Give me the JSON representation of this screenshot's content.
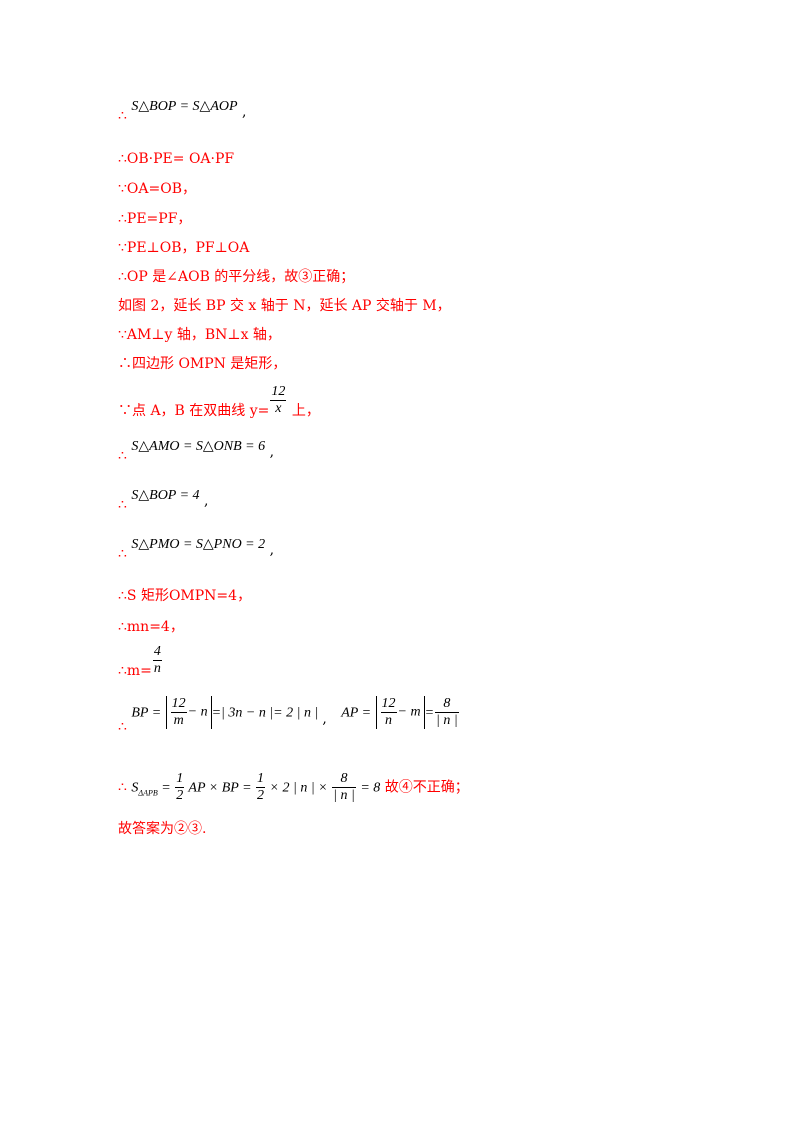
{
  "lines": {
    "l1": {
      "sym": "∴",
      "math": "S△BOP = S△AOP",
      "end": ","
    },
    "l2": "∴OB·PE= OA·PF",
    "l3": "∵OA=OB，",
    "l4": "∴PE=PF，",
    "l5": "∵PE⊥OB，PF⊥OA",
    "l6": "∴OP 是∠AOB 的平分线，故③正确；",
    "l7": "如图 2，延长 BP 交 x 轴于 N，延长 AP 交轴于 M，",
    "l8": "∵AM⊥y 轴，BN⊥x 轴，",
    "l9": "∴四边形 OMPN 是矩形，",
    "l10": {
      "pre": "∵点 A，B 在双曲线 y=",
      "num": "12",
      "den": "x",
      "post": " 上，"
    },
    "l11": {
      "sym": "∴",
      "math": "S△AMO = S△ONB = 6",
      "end": ","
    },
    "l12": {
      "sym": "∴",
      "math": "S△BOP = 4",
      "end": ","
    },
    "l13": {
      "sym": "∴",
      "math": "S△PMO = S△PNO = 2",
      "end": ","
    },
    "l14": "∴S 矩形OMPN=4，",
    "l15": "∴mn=4，",
    "l16": {
      "pre": "∴m=",
      "num": "4",
      "den": "n"
    },
    "l17": {
      "sym": "∴",
      "bp_pre": "BP =",
      "bp_num": "12",
      "bp_den": "m",
      "bp_tail": "− n",
      "bp_post": "=| 3n − n |= 2 | n |",
      "sep": ",",
      "ap_pre": "AP =",
      "ap_num": "12",
      "ap_den": "n",
      "ap_tail": "− m",
      "ap_eq": "=",
      "ap_fnum": "8",
      "ap_fden": "| n |"
    },
    "l18": {
      "sym": "∴",
      "s": "S",
      "sub": "ΔAPB",
      "eq1": " = ",
      "h_num": "1",
      "h_den": "2",
      "mid": " AP × BP = ",
      "h2_num": "1",
      "h2_den": "2",
      "mid2": " × 2 | n | × ",
      "f_num": "8",
      "f_den": "| n |",
      "end_math": " = 8",
      "end_text": " 故④不正确；"
    },
    "l19": "故答案为②③."
  }
}
